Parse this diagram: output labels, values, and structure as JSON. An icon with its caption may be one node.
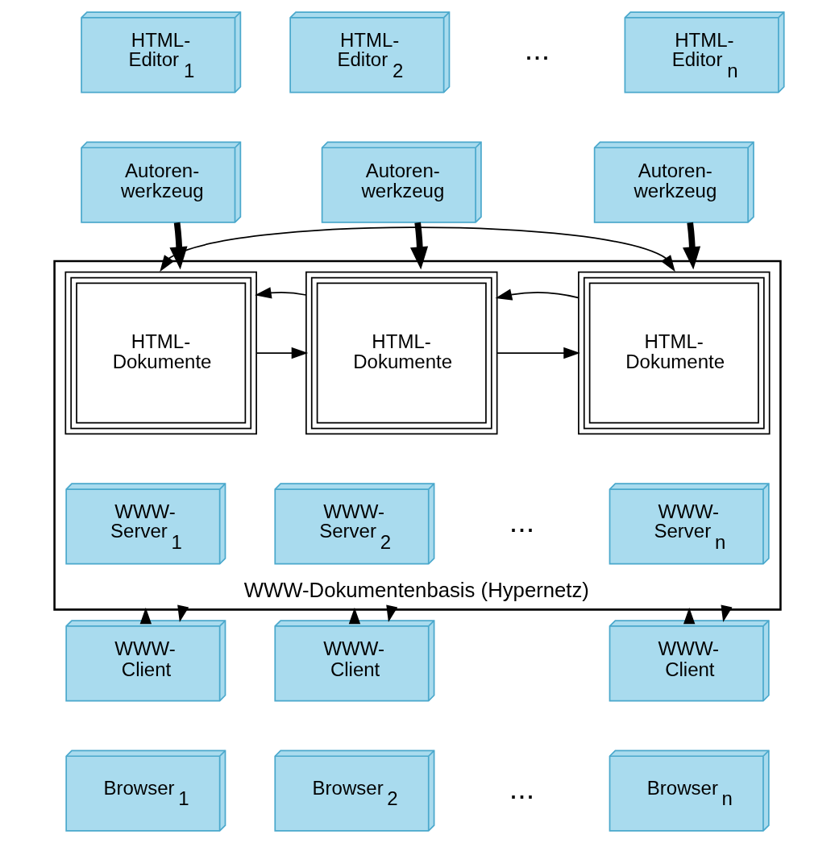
{
  "diagram": {
    "nodes": [
      {
        "text": [
          "HTML-Editor $_{1}$"
        ]
      },
      {
        "text": [
          "HTML-Editor $_{2}$"
        ]
      },
      {
        "text": [
          "HTML-Editor $_{n}$"
        ]
      },
      {
        "text": [
          "Autoren-werkzeug"
        ]
      },
      {
        "text": [
          "Autoren-werkzeug"
        ]
      },
      {
        "text": [
          "Autoren-werkzeug"
        ]
      },
      {
        "text": [
          "WWW-Dokumentenbasis (Hypernetz)"
        ]
      },
      {
        "text": [
          "HTML-Dokumente"
        ],
        "in": 6
      },
      {
        "text": [
          "HTML-Dokumente"
        ],
        "in": 6
      },
      {
        "text": [
          "HTML-Dokumente"
        ],
        "in": 6
      },
      {
        "text": [
          "WWW-Server $_{1}$"
        ],
        "in": 6
      },
      {
        "text": [
          "WWW-Server $_{2}$"
        ],
        "in": 6
      },
      {
        "text": [
          "WWW-Server $_{n}$"
        ],
        "in": 6
      },
      {
        "text": [
          "WWW-Client"
        ]
      },
      {
        "text": [
          "WWW-Client"
        ]
      },
      {
        "text": [
          "WWW-Client"
        ]
      },
      {
        "text": [
          "Browser $_{1}$"
        ]
      },
      {
        "text": [
          "Browser $_{2}$"
        ]
      },
      {
        "text": [
          "Browser $_{n}$"
        ]
      }
    ],
    "edges": [
      {
        "from": 3,
        "to": 6,
        "arrow": "to",
        "style": "thick"
      },
      {
        "from": 4,
        "to": 6,
        "arrow": "to",
        "style": "thick"
      },
      {
        "from": 5,
        "to": 6,
        "arrow": "to",
        "style": "thick"
      },
      {
        "from": 7,
        "to": 9,
        "arrow": "both"
      },
      {
        "from": 7,
        "to": 8,
        "arrow": "to"
      },
      {
        "from": 8,
        "to": 9,
        "arrow": "to"
      },
      {
        "from": 8,
        "to": 7,
        "arrow": "to"
      },
      {
        "from": 9,
        "to": 8,
        "arrow": "to"
      },
      {
        "from": 13,
        "to": 6,
        "arrow": "to"
      },
      {
        "from": 6,
        "to": 13,
        "arrow": "to"
      },
      {
        "from": 14,
        "to": 6,
        "arrow": "to"
      },
      {
        "from": 6,
        "to": 14,
        "arrow": "to"
      },
      {
        "from": 15,
        "to": 6,
        "arrow": "to"
      },
      {
        "from": 6,
        "to": 15,
        "arrow": "to"
      }
    ],
    "labels": [
      "...",
      "...",
      "..."
    ]
  }
}
